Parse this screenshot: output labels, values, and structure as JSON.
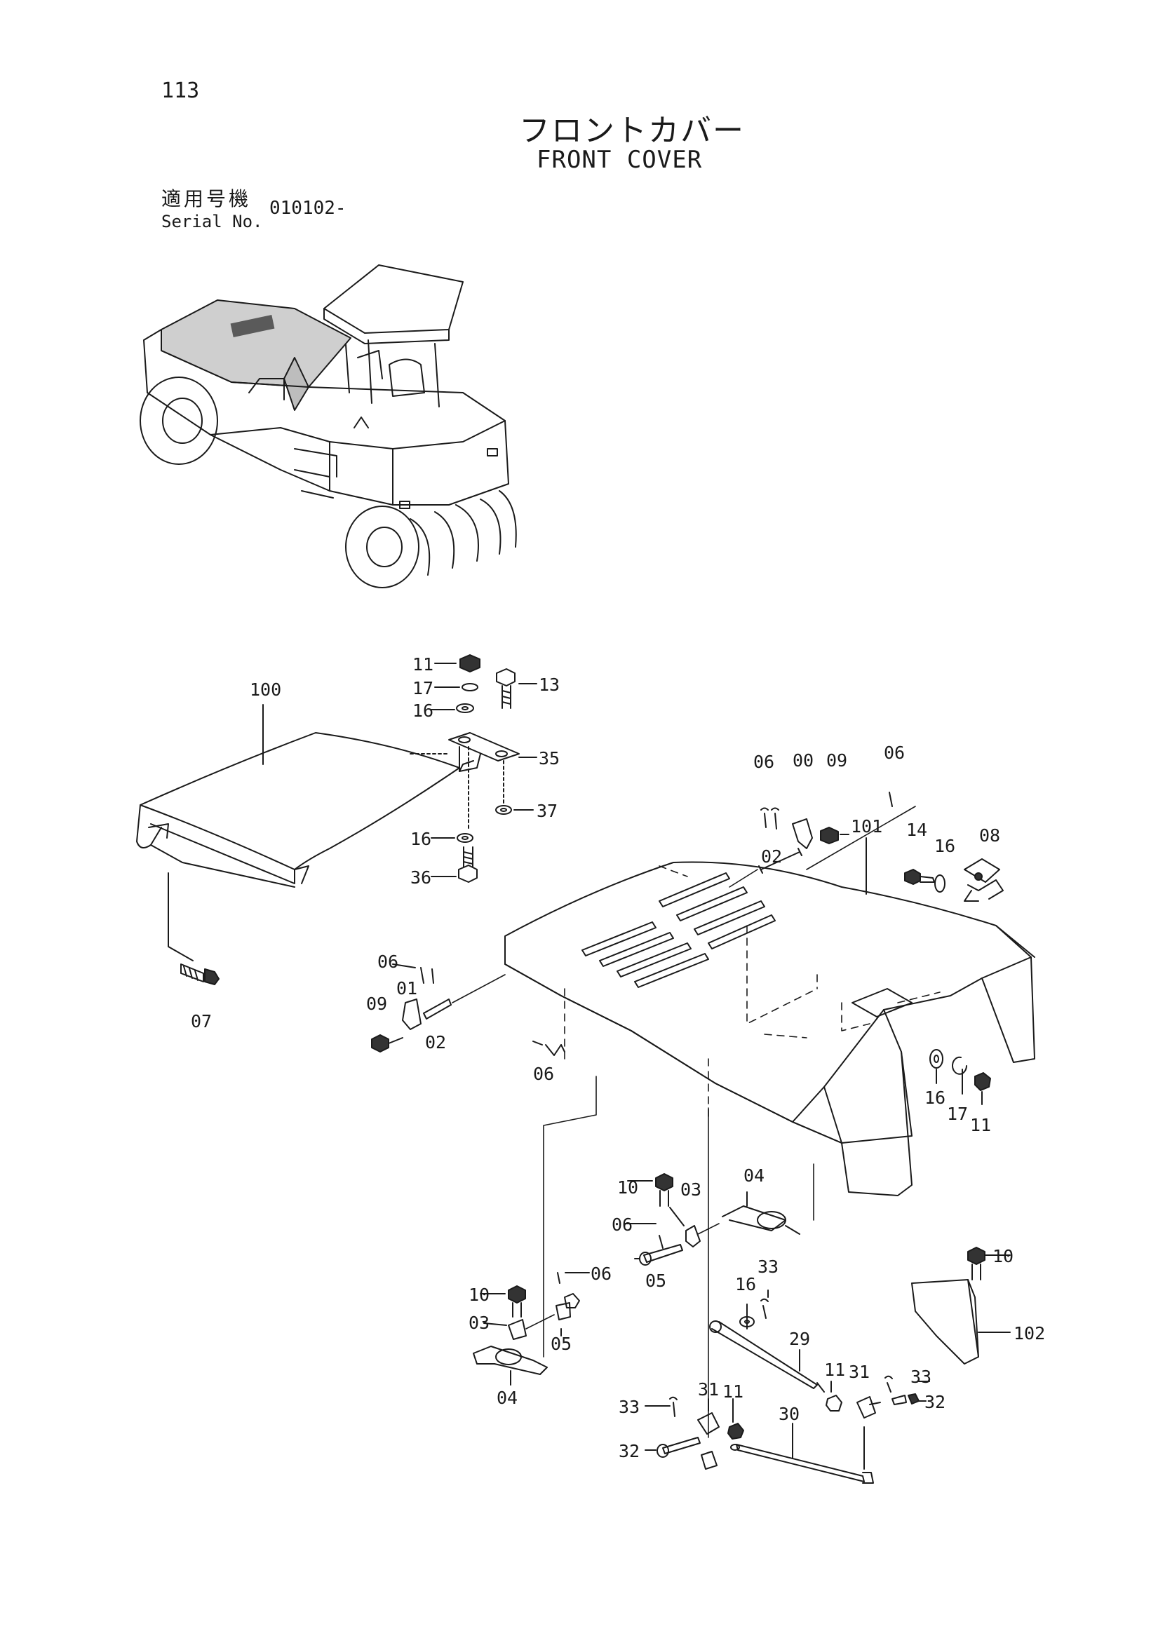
{
  "header": {
    "page_number": "113",
    "title_jp": "フロントカバー",
    "title_en": "FRONT COVER",
    "serial_label_jp": "適用号機",
    "serial_label_en": "Serial No.",
    "serial_value": "010102-"
  },
  "callouts": [
    "100",
    "11",
    "17",
    "16",
    "13",
    "35",
    "37",
    "16",
    "36",
    "06",
    "00",
    "09",
    "06",
    "02",
    "101",
    "14",
    "16",
    "08",
    "07",
    "06",
    "01",
    "09",
    "02",
    "06",
    "16",
    "17",
    "11",
    "10",
    "03",
    "04",
    "06",
    "05",
    "10",
    "06",
    "10",
    "03",
    "05",
    "04",
    "16",
    "33",
    "29",
    "11",
    "31",
    "33",
    "32",
    "33",
    "31",
    "11",
    "32",
    "30",
    "102"
  ]
}
